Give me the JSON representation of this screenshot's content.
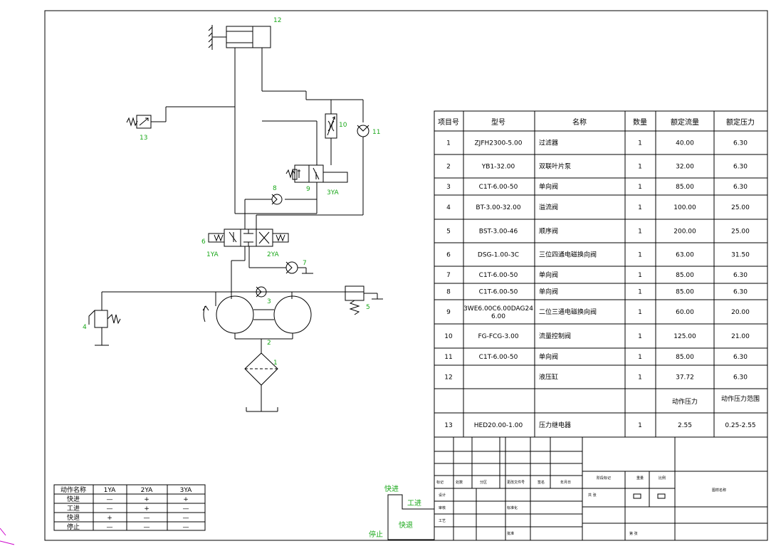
{
  "component_labels": {
    "c1": "1",
    "c2": "2",
    "c3": "3",
    "c4": "4",
    "c5": "5",
    "c6": "6",
    "c7": "7",
    "c8": "8",
    "c9": "9",
    "c10": "10",
    "c11": "11",
    "c12": "12",
    "c13": "13",
    "sol1": "1YA",
    "sol2": "2YA",
    "sol3": "3YA"
  },
  "parts_table": {
    "headers": [
      "项目号",
      "型号",
      "名称",
      "数量",
      "额定流量",
      "额定压力"
    ],
    "rows": [
      {
        "no": "1",
        "model": "ZJFH2300-5.00",
        "name": "过滤器",
        "qty": "1",
        "flow": "40.00",
        "pressure": "6.30"
      },
      {
        "no": "2",
        "model": "YB1-32.00",
        "name": "双联叶片泵",
        "qty": "1",
        "flow": "32.00",
        "pressure": "6.30"
      },
      {
        "no": "3",
        "model": "C1T-6.00-50",
        "name": "单向阀",
        "qty": "1",
        "flow": "85.00",
        "pressure": "6.30"
      },
      {
        "no": "4",
        "model": "BT-3.00-32.00",
        "name": "溢流阀",
        "qty": "1",
        "flow": "100.00",
        "pressure": "25.00"
      },
      {
        "no": "5",
        "model": "BST-3.00-46",
        "name": "顺序阀",
        "qty": "1",
        "flow": "200.00",
        "pressure": "25.00"
      },
      {
        "no": "6",
        "model": "DSG-1.00-3C",
        "name": "三位四通电磁换向阀",
        "qty": "1",
        "flow": "63.00",
        "pressure": "31.50"
      },
      {
        "no": "7",
        "model": "C1T-6.00-50",
        "name": "单向阀",
        "qty": "1",
        "flow": "85.00",
        "pressure": "6.30"
      },
      {
        "no": "8",
        "model": "C1T-6.00-50",
        "name": "单向阀",
        "qty": "1",
        "flow": "85.00",
        "pressure": "6.30"
      },
      {
        "no": "9",
        "model": "3WE6.00C6.00DAG24",
        "model2": "6.00",
        "name": "二位三通电磁换向阀",
        "qty": "1",
        "flow": "60.00",
        "pressure": "20.00"
      },
      {
        "no": "10",
        "model": "FG-FCG-3.00",
        "name": "流量控制阀",
        "qty": "1",
        "flow": "125.00",
        "pressure": "21.00"
      },
      {
        "no": "11",
        "model": "C1T-6.00-50",
        "name": "单向阀",
        "qty": "1",
        "flow": "85.00",
        "pressure": "6.30"
      },
      {
        "no": "12",
        "model": "",
        "name": "液压缸",
        "qty": "1",
        "flow": "37.72",
        "pressure": "6.30"
      }
    ],
    "sub_header": {
      "col5": "动作压力",
      "col6": "动作压力范围"
    },
    "row13": {
      "no": "13",
      "model": "HED20.00-1.00",
      "name": "压力继电器",
      "qty": "1",
      "flow": "2.55",
      "pressure": "0.25-2.55"
    }
  },
  "action_table": {
    "headers": [
      "动作名称",
      "1YA",
      "2YA",
      "3YA"
    ],
    "rows": [
      {
        "name": "快进",
        "v1": "—",
        "v2": "+",
        "v3": "+"
      },
      {
        "name": "工进",
        "v1": "—",
        "v2": "+",
        "v3": "—"
      },
      {
        "name": "快退",
        "v1": "+",
        "v2": "—",
        "v3": "—"
      },
      {
        "name": "停止",
        "v1": "—",
        "v2": "—",
        "v3": "—"
      }
    ]
  },
  "cycle_labels": {
    "fast_forward": "快进",
    "work_feed": "工进",
    "fast_return": "快退",
    "stop": "停止"
  },
  "title_block": {
    "r5": [
      "标记",
      "处数",
      "分区",
      "更改文件号",
      "签名",
      "年月日"
    ],
    "mid": [
      "阶段标记",
      "重量",
      "比例"
    ],
    "left_rows": [
      "设计",
      "审核",
      "工艺"
    ],
    "std": "标准化",
    "approve": "批准",
    "qty_label": "共 张",
    "sheet_label": "第 张",
    "name_label": "图样名称"
  },
  "colors": {
    "lines": "#000000",
    "labels": "#1aa81a",
    "corner_mark": "#cc00cc"
  }
}
